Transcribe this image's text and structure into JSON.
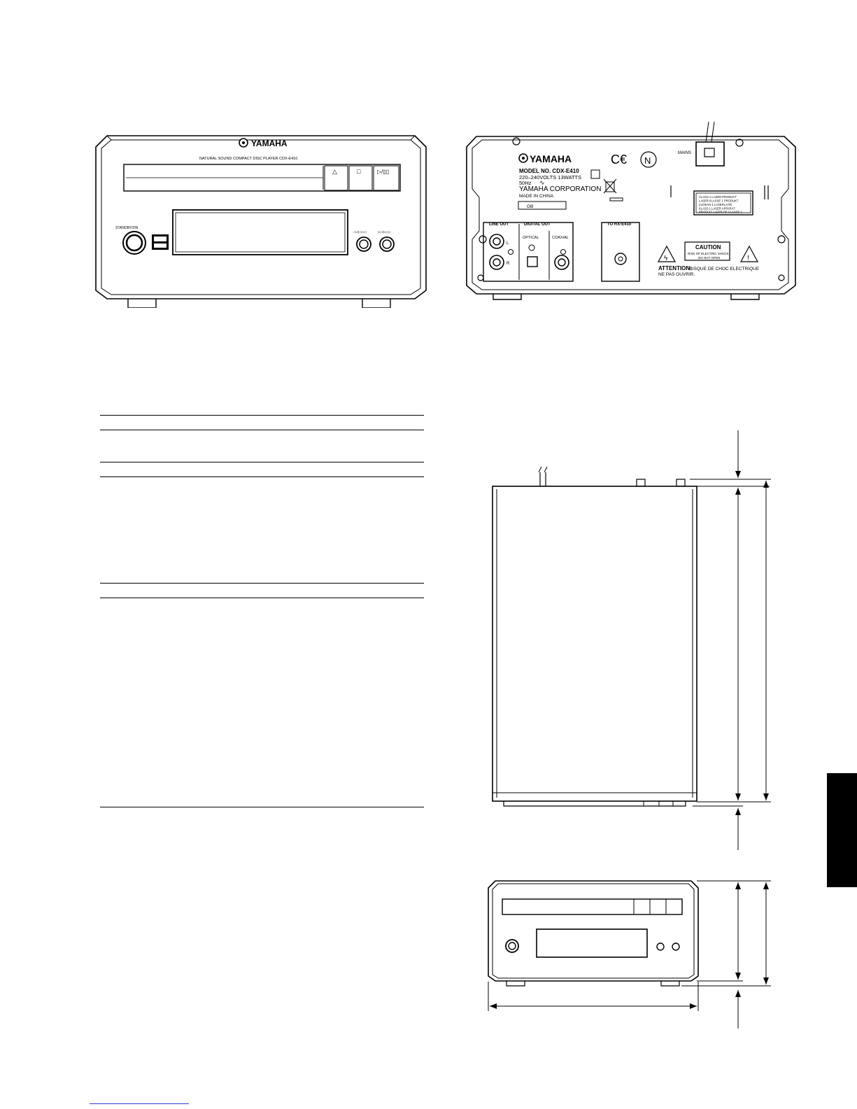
{
  "front": {
    "logo": "YAMAHA",
    "product_line": "NATURAL SOUND COMPACT DISC PLAYER  CDX-E410",
    "standby": "STANDBY/ON",
    "eject_symbol": "△",
    "stop_symbol": "□",
    "play_symbol": "▷/▯▯",
    "skip_back_symbol": "◁◁/◁◁◁",
    "skip_fwd_symbol": "▷▷/▷▷▷"
  },
  "rear": {
    "logo": "YAMAHA",
    "model": "MODEL NO.  CDX-E410",
    "voltage": "220–240VOLTS 13WATTS",
    "freq": "50Hz",
    "corp": "YAMAHA CORPORATION",
    "made_in": "MADE IN CHINA",
    "region": "GB",
    "mains": "MAINS",
    "line_out": "LINE OUT",
    "channel_l": "L",
    "channel_r": "R",
    "digital_out": "DIGITAL OUT",
    "optical": "OPTICAL",
    "coaxial": "COAXIAL",
    "to_rx": "TO RX-E410",
    "laser_label": [
      "CLASS 1 LASER PRODUCT",
      "LASER KLASSE 1 PRODUKT",
      "LUOKAN 1 LASERLAITE",
      "KLASS 1 LASER APPARAT",
      "PRODUIT LASER DE CLASSE 1"
    ],
    "caution": "CAUTION",
    "caution_sub1": "RISK OF ELECTRIC SHOCK",
    "caution_sub2": "DO NOT OPEN",
    "attention": "ATTENTION:",
    "attention_text": "RISQUE DE CHOC ELECTRIQUE",
    "attention_text2": "NE PAS OUVRIR."
  }
}
